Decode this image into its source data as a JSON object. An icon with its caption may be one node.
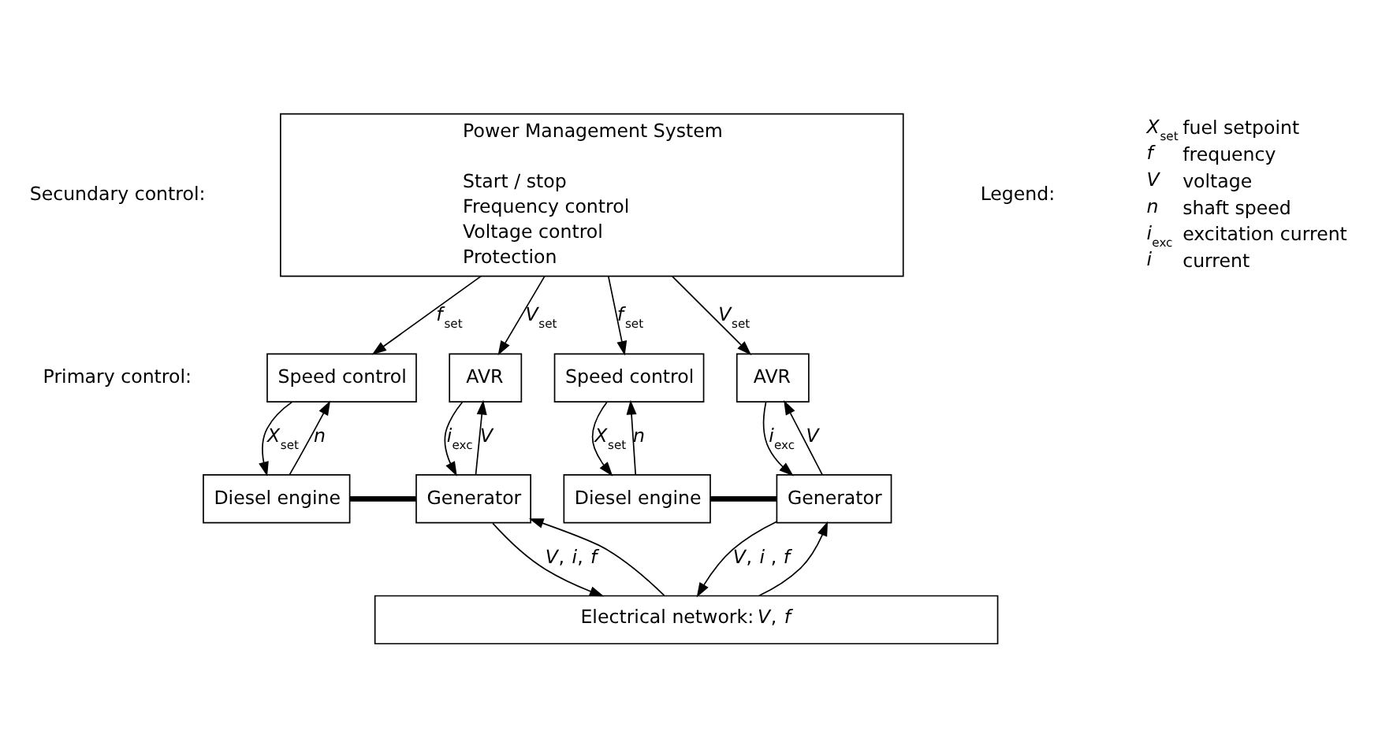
{
  "diagram": {
    "nodes": [
      {
        "text": [
          "Power Management System",
          "Start / stop",
          "Frequency control",
          "Voltage control",
          "Protection"
        ]
      },
      {
        "text": [
          "Speed control"
        ]
      },
      {
        "text": [
          "AVR"
        ]
      },
      {
        "text": [
          "Speed control"
        ]
      },
      {
        "text": [
          "AVR"
        ]
      },
      {
        "text": [
          "Diesel engine"
        ]
      },
      {
        "text": [
          "Generator"
        ]
      },
      {
        "text": [
          "Diesel engine"
        ]
      },
      {
        "text": [
          "Generator"
        ]
      },
      {
        "text": [
          "Electrical network: *V*, *f*"
        ]
      }
    ],
    "edges": [
      {
        "from": 0,
        "to": 1,
        "arrow": "to",
        "label": "*f*$_{set}$"
      },
      {
        "from": 0,
        "to": 2,
        "arrow": "to",
        "label": "*V*$_{set}$"
      },
      {
        "from": 0,
        "to": 3,
        "arrow": "to",
        "label": "*f*$_{set}$"
      },
      {
        "from": 0,
        "to": 4,
        "arrow": "to",
        "label": "*V*$_{set}$"
      },
      {
        "from": 5,
        "to": 1,
        "arrow": "to",
        "label": "*n*"
      },
      {
        "from": 1,
        "to": 5,
        "arrow": "to",
        "label": "*X*$_{set}$"
      },
      {
        "from": 6,
        "to": 2,
        "arrow": "to",
        "label": "*V*"
      },
      {
        "from": 2,
        "to": 6,
        "arrow": "to",
        "label": "*i*$_{exc}$"
      },
      {
        "from": 7,
        "to": 3,
        "arrow": "to",
        "label": "*n*"
      },
      {
        "from": 3,
        "to": 7,
        "arrow": "to",
        "label": "*X*$_{set}$"
      },
      {
        "from": 8,
        "to": 4,
        "arrow": "to",
        "label": "*V*"
      },
      {
        "from": 4,
        "to": 8,
        "arrow": "to",
        "label": "*i*$_{exc}$"
      },
      {
        "from": 5,
        "to": 6,
        "arrow": "none",
        "style": "thick"
      },
      {
        "from": 7,
        "to": 8,
        "arrow": "none",
        "style": "thick"
      },
      {
        "from": 9,
        "to": 6,
        "arrow": "to"
      },
      {
        "from": 6,
        "to": 9,
        "arrow": "to",
        "label": "*V*, *i*, *f*"
      },
      {
        "from": 9,
        "to": 8,
        "arrow": "to"
      },
      {
        "from": 8,
        "to": 9,
        "arrow": "to",
        "label": "*V*, *i* , *f*"
      }
    ],
    "labels": [
      "Secundary control:",
      "Primary control:",
      "Legend:"
    ],
    "legend": [
      {
        "text": "*X*$_{set}$ fuel setpoint"
      },
      {
        "text": "*f* frequency"
      },
      {
        "text": "*V* voltage"
      },
      {
        "text": "*n* shaft speed"
      },
      {
        "text": "*i*$_{exc}$ excitation current"
      },
      {
        "text": "*i* current"
      }
    ]
  }
}
